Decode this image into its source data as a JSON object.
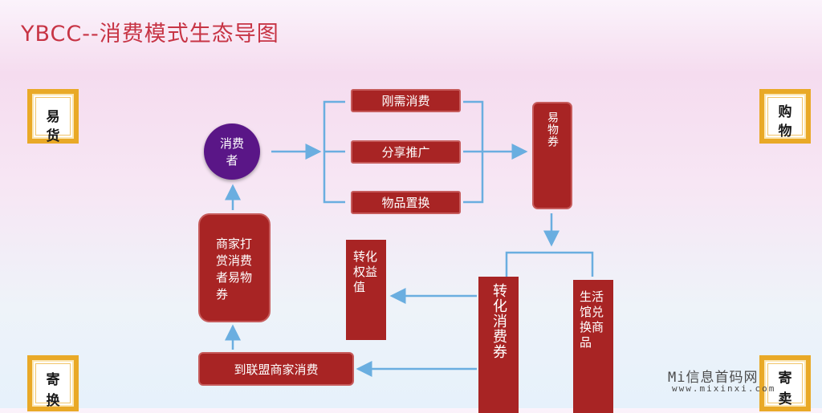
{
  "title": "YBCC--消费模式生态导图",
  "corners": {
    "top_left": [
      "易",
      "货"
    ],
    "top_right": [
      "购",
      "物"
    ],
    "bottom_left": [
      "寄",
      "换"
    ],
    "bottom_right": [
      "寄",
      "卖"
    ]
  },
  "consumer": [
    "消费",
    "者"
  ],
  "channels": [
    "刚需消费",
    "分享推广",
    "物品置换"
  ],
  "voucher": "易物券",
  "merchant_reward": [
    "商家打",
    "赏消费",
    "者易物",
    "券"
  ],
  "convert_rights": [
    "转化",
    "权益",
    "值"
  ],
  "convert_consume": "转化消费券",
  "exchange_goods": [
    "生活",
    "馆兑",
    "换商",
    "品"
  ],
  "alliance_consume": "到联盟商家消费",
  "watermark": {
    "line1": "Mi信息首码网",
    "line2": "www.mixinxi.com"
  },
  "colors": {
    "box": "#a82424",
    "consumer_circle": "#5a1687",
    "arrow": "#6aaee0",
    "corner_border": "#e9a927",
    "title": "#c73445"
  }
}
